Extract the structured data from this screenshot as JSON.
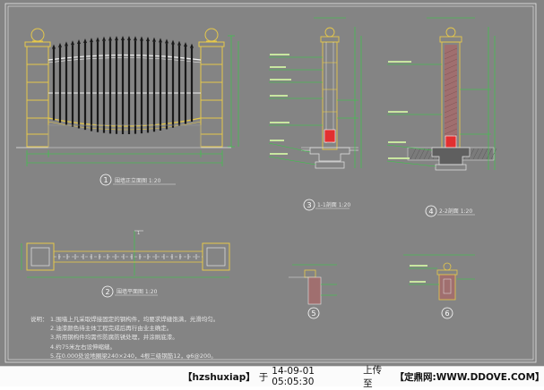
{
  "views": {
    "v1": {
      "number": "1",
      "title": "围墙正立面图 1:20"
    },
    "v2": {
      "number": "2",
      "title": "围墙平面图 1:20"
    },
    "v3": {
      "number": "3",
      "title": "1-1剖面 1:20"
    },
    "v4": {
      "number": "4",
      "title": "2-2剖面 1:20"
    },
    "v5": {
      "number": "5"
    },
    "v6": {
      "number": "6"
    }
  },
  "notes": {
    "label": "说明：",
    "items": [
      "1.围墙上凡采取焊接固定的钢构件，均要求焊缝饱满，光滑均匀。",
      "2.油漆颜色待主体工程完成后再行由业主确定。",
      "3.所用钢构件均需作防腐防锈处理，并涂刷底漆。",
      "4.约75米左右设伸缩缝。",
      "5.在0.000处设地圈梁240×240，4根三级钢筋12，φ6@200。"
    ]
  },
  "footer": {
    "user": "【hzshuxiap】",
    "action_a": "于",
    "datetime": "14-09-01  05:05:30",
    "action_b": "上传至",
    "site": "【定鼎网:WWW.DDOVE.COM】"
  }
}
